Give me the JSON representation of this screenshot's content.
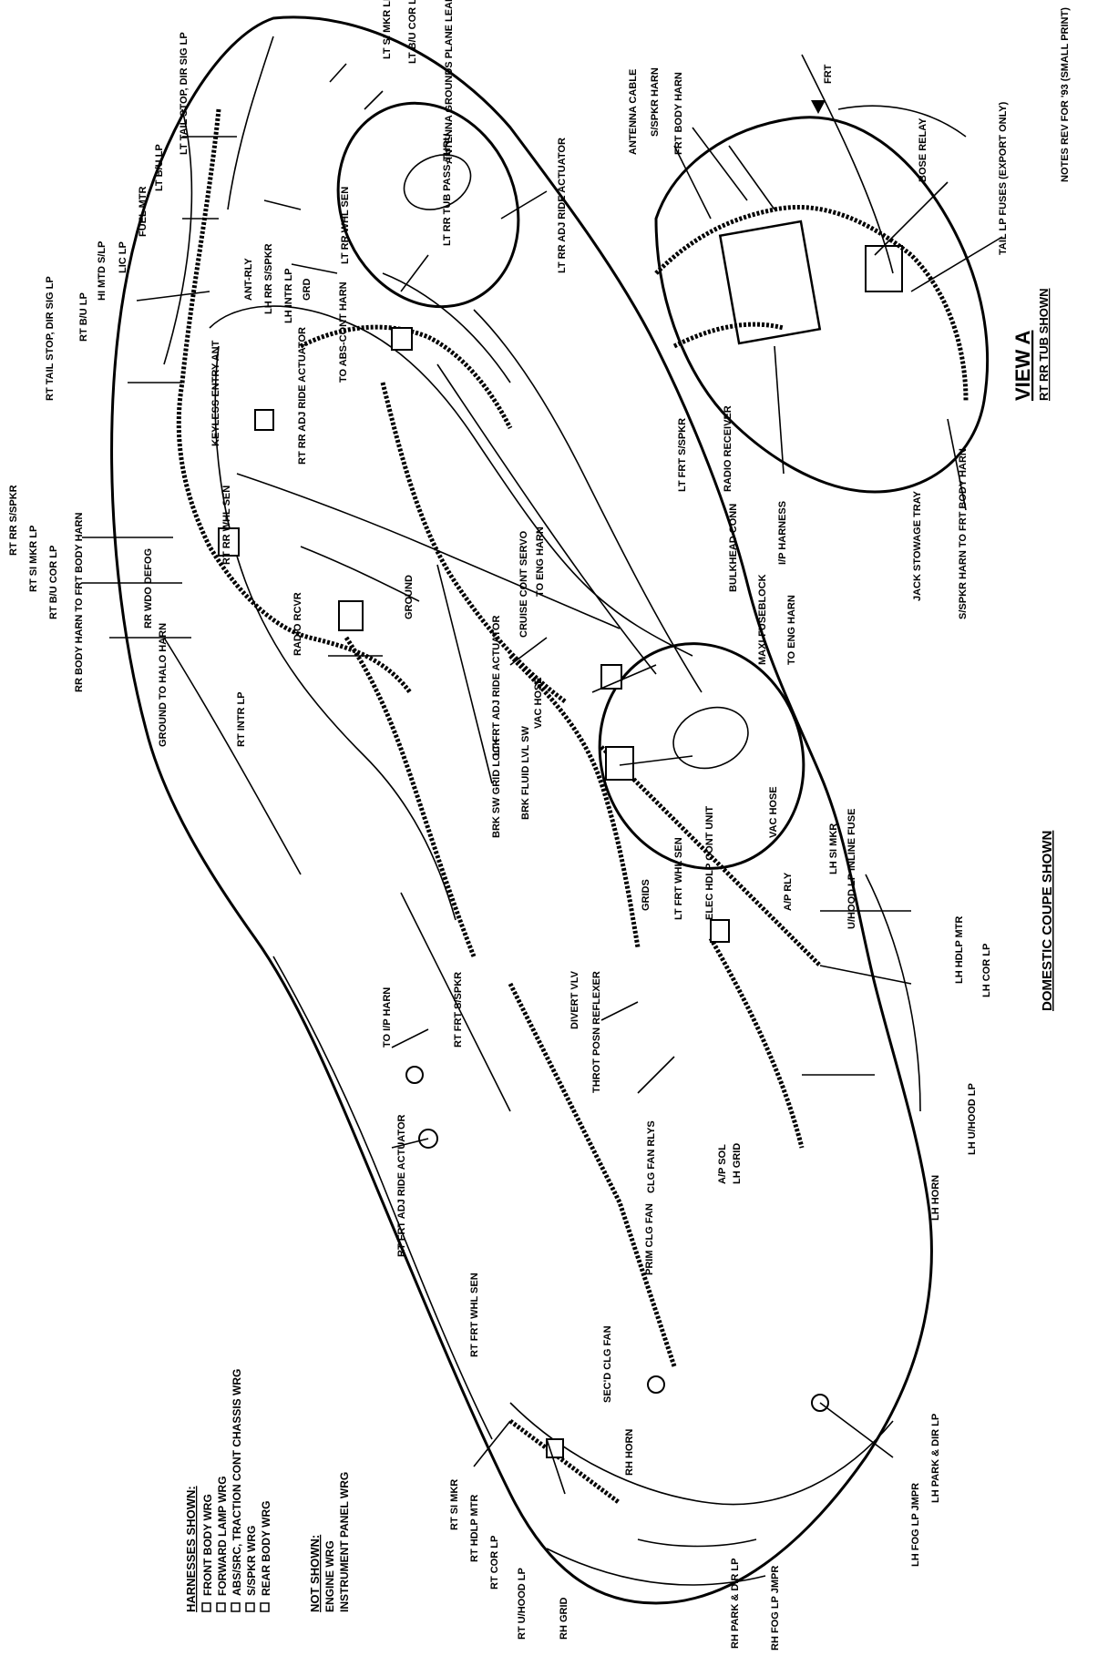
{
  "labels": {
    "lt_si_mkr_lp": "LT SI MKR LP",
    "lt_bu_cor_lp": "LT B/U COR LP",
    "antenna_grounds": "ANTENNA GROUNDS PLANE LEADS",
    "lt_tail_stop": "LT TAIL STOP, DIR SIG LP",
    "lt_bu_lp": "LT B/U LP",
    "fuel_mtr": "FUEL MTR",
    "lic_lp": "LIC LP",
    "hi_mtd_slp": "HI MTD S/LP",
    "rt_bu_lp": "RT B/U LP",
    "rt_tail_stop": "RT TAIL STOP, DIR SIG LP",
    "ant_rly": "ANT-RLY",
    "lh_rr_sspkr": "LH RR S/SPKR",
    "lh_intr_lp": "LH INTR LP",
    "grd": "GRD",
    "lt_rr_tub": "LT RR TUB PASS-THRU",
    "lt_rr_whl_sen": "LT RR WHL SEN",
    "lt_rr_adj": "LT RR ADJ RIDE ACTUATOR",
    "to_abs_cont": "TO ABS-CONT HARN",
    "keyless": "KEYLESS ENTRY ANT",
    "rt_rr_adj": "RT RR ADJ RIDE ACTUATOR",
    "rt_rr_sspkr": "RT RR S/SPKR",
    "rt_si_mkr_lp": "RT SI MKR LP",
    "rt_bu_cor_lp": "RT B/U COR LP",
    "rr_body_harn": "RR BODY HARN TO FRT BODY HARN",
    "rr_wdo_defog": "RR WDO DEFOG",
    "ground_halo": "GROUND TO HALO HARN",
    "rt_intr_lp": "RT INTR LP",
    "rt_rr_whl_sen": "RT RR WHL SEN",
    "radio_rcvr": "RADIO RCVR",
    "ground": "GROUND",
    "lt_frt_sspkr": "LT FRT S/SPKR",
    "cruise_cont": "CRUISE CONT SERVO",
    "to_eng_harn_1": "TO ENG HARN",
    "bulkhead": "BULKHEAD CONN",
    "maxi_fuseblock": "MAXI-FUSEBLOCK",
    "to_eng_harn_2": "TO ENG HARN",
    "lt_frt_adj": "LT FRT ADJ RIDE ACTUATOR",
    "vac_hose_1": "VAC HOSE",
    "brk_fluid": "BRK FLUID LVL SW",
    "brk_sw": "BRK SW GRID LOCK",
    "to_ip_harn": "TO I/P HARN",
    "rt_frt_sspkr": "RT FRT S/SPKR",
    "divert_vlv": "DIVERT VLV",
    "throt_posn": "THROT POSN REFLEXER",
    "grids": "GRIDS",
    "lt_frt_whl_sen": "LT FRT WHL SEN",
    "elec_hdlp": "ELEC HDLP CONT UNIT",
    "vac_hose_2": "VAC HOSE",
    "ap_rly": "A/P RLY",
    "lh_si_mkr": "LH SI MKR",
    "uhood_inline": "U/HOOD LP INLINE FUSE",
    "lh_hdlp_mtr": "LH HDLP MTR",
    "lh_cor_lp": "LH COR LP",
    "lh_uhood_lp": "LH U/HOOD LP",
    "lh_horn": "LH HORN",
    "clg_fan_rlys": "CLG FAN RLYS",
    "ap_sol": "A/P SOL",
    "lh_grid": "LH GRID",
    "prim_clg_fan": "PRIM CLG FAN",
    "secd_clg_fan": "SEC'D CLG FAN",
    "rt_frt_adj": "RT FRT ADJ RIDE ACTUATOR",
    "rt_frt_whl_sen": "RT FRT WHL SEN",
    "rh_horn": "RH HORN",
    "rt_si_mkr": "RT SI MKR",
    "rt_hdlp_mtr": "RT HDLP MTR",
    "rt_cor_lp": "RT COR LP",
    "rt_uhood_lp": "RT U/HOOD LP",
    "rh_grid": "RH GRID",
    "rh_park": "RH PARK & DIR LP",
    "rh_fog": "RH FOG LP JMPR",
    "lh_fog": "LH FOG LP JMPR",
    "lh_park": "LH PARK & DIR LP",
    "antenna_cable": "ANTENNA CABLE",
    "sspkr_harn": "S/SPKR HARN",
    "frt_body_harn": "FRT BODY HARN",
    "bose_relay": "BOSE RELAY",
    "tail_lp_fuses": "TAIL LP FUSES (EXPORT ONLY)",
    "radio_receiver": "RADIO RECEIVER",
    "ip_harness": "I/P HARNESS",
    "jack_stowage": "JACK STOWAGE TRAY",
    "sspkr_to_frt": "S/SPKR HARN TO FRT BODY HARN",
    "frt": "FRT"
  },
  "view_a": {
    "title": "VIEW A",
    "subtitle": "RT RR TUB SHOWN"
  },
  "note": "NOTES REV FOR '93 (SMALL PRINT)",
  "caption": "DOMESTIC COUPE SHOWN",
  "legend": {
    "shown_title": "HARNESSES SHOWN:",
    "shown_items": [
      "FRONT BODY WRG",
      "FORWARD LAMP WRG",
      "ABS/SRC, TRACTION CONT CHASSIS WRG",
      "S/SPKR WRG",
      "REAR BODY WRG"
    ],
    "not_shown_title": "NOT SHOWN:",
    "not_shown_items": [
      "ENGINE WRG",
      "INSTRUMENT PANEL WRG"
    ]
  }
}
